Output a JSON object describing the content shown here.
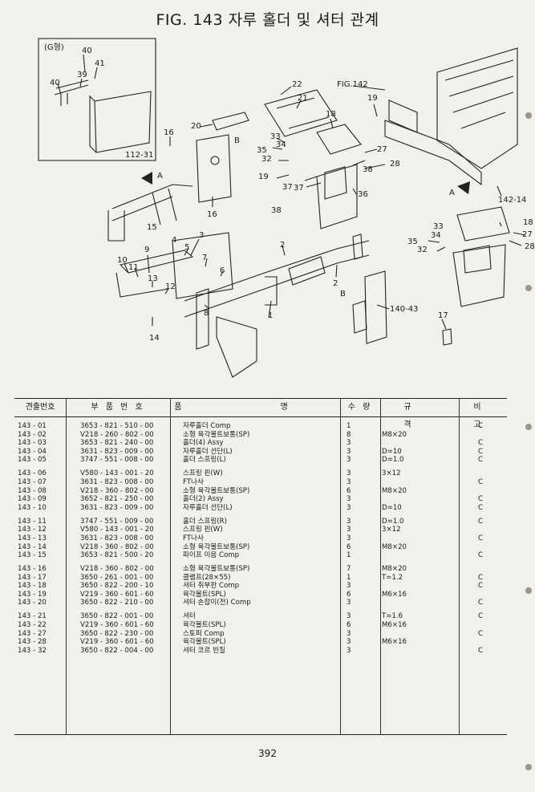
{
  "title": "FIG. 143 자루 홀더 및 셔터 관계",
  "diagram": {
    "inset_label": "(G형)",
    "callouts": [
      "40",
      "41",
      "39",
      "40",
      "112-31",
      "22",
      "21",
      "FIG.142",
      "19",
      "18",
      "20",
      "33",
      "34",
      "35",
      "32",
      "27",
      "38",
      "28",
      "37",
      "19",
      "36",
      "38",
      "37",
      "16",
      "16",
      "A",
      "15",
      "3",
      "4",
      "5",
      "7",
      "6",
      "9",
      "10",
      "11",
      "8",
      "13",
      "12",
      "14",
      "1",
      "2",
      "2",
      "B",
      "140-43",
      "17",
      "A",
      "142-14",
      "33",
      "34",
      "35",
      "32",
      "18",
      "27",
      "28",
      "B"
    ]
  },
  "table": {
    "headers": [
      "견출번호",
      "부 품 번 호",
      "품 명",
      "수 량",
      "규 격",
      "비 고"
    ],
    "rows": [
      {
        "no": "143 - 01",
        "part": "3653 - 821 - 510 - 00",
        "name": "자루홀더 Comp",
        "qty": "1",
        "spec": "",
        "note": "C",
        "gap": false
      },
      {
        "no": "143 - 02",
        "part": "V218 - 260 - 802 - 00",
        "name": "소형 육각볼트보통(SP)",
        "qty": "8",
        "spec": "M8×20",
        "note": "",
        "gap": false
      },
      {
        "no": "143 - 03",
        "part": "3653 - 821 - 240 - 00",
        "name": "홀더(4) Assy",
        "qty": "3",
        "spec": "",
        "note": "C",
        "gap": false
      },
      {
        "no": "143 - 04",
        "part": "3631 - 823 - 009 - 00",
        "name": "자루홀더 선단(L)",
        "qty": "3",
        "spec": "D=10",
        "note": "C",
        "gap": false
      },
      {
        "no": "143 - 05",
        "part": "3747 - 551 - 008 - 00",
        "name": "홀더 스프링(L)",
        "qty": "3",
        "spec": "D=1.0",
        "note": "C",
        "gap": false
      },
      {
        "no": "143 - 06",
        "part": "V580 - 143 - 001 - 20",
        "name": "스프링 핀(W)",
        "qty": "3",
        "spec": "3×12",
        "note": "",
        "gap": true
      },
      {
        "no": "143 - 07",
        "part": "3631 - 823 - 008 - 00",
        "name": "FT나사",
        "qty": "3",
        "spec": "",
        "note": "C",
        "gap": false
      },
      {
        "no": "143 - 08",
        "part": "V218 - 360 - 802 - 00",
        "name": "소형 육각볼트보통(SP)",
        "qty": "6",
        "spec": "M8×20",
        "note": "",
        "gap": false
      },
      {
        "no": "143 - 09",
        "part": "3652 - 821 - 250 - 00",
        "name": "홀더(2) Assy",
        "qty": "3",
        "spec": "",
        "note": "C",
        "gap": false
      },
      {
        "no": "143 - 10",
        "part": "3631 - 823 - 009 - 00",
        "name": "자루홀더 선단(L)",
        "qty": "3",
        "spec": "D=10",
        "note": "C",
        "gap": false
      },
      {
        "no": "143 - 11",
        "part": "3747 - 551 - 009 - 00",
        "name": "홀더 스프링(R)",
        "qty": "3",
        "spec": "D=1.0",
        "note": "C",
        "gap": true
      },
      {
        "no": "143 - 12",
        "part": "V580 - 143 - 001 - 20",
        "name": "스프링 핀(W)",
        "qty": "3",
        "spec": "3×12",
        "note": "",
        "gap": false
      },
      {
        "no": "143 - 13",
        "part": "3631 - 823 - 008 - 00",
        "name": "FT나사",
        "qty": "3",
        "spec": "",
        "note": "C",
        "gap": false
      },
      {
        "no": "143 - 14",
        "part": "V218 - 360 - 802 - 00",
        "name": "소형 육각볼트보통(SP)",
        "qty": "6",
        "spec": "M8×20",
        "note": "",
        "gap": false
      },
      {
        "no": "143 - 15",
        "part": "3653 - 821 - 500 - 20",
        "name": "파이프 이음 Comp",
        "qty": "1",
        "spec": "",
        "note": "C",
        "gap": false
      },
      {
        "no": "143 - 16",
        "part": "V218 - 360 - 802 - 00",
        "name": "소형 육각볼트보통(SP)",
        "qty": "7",
        "spec": "M8×20",
        "note": "",
        "gap": true
      },
      {
        "no": "143 - 17",
        "part": "3650 - 261 - 001 - 00",
        "name": "클램프(28×55)",
        "qty": "1",
        "spec": "T=1.2",
        "note": "C",
        "gap": false
      },
      {
        "no": "143 - 18",
        "part": "3650 - 822 - 200 - 10",
        "name": "셔터 취부판 Comp",
        "qty": "3",
        "spec": "",
        "note": "C",
        "gap": false
      },
      {
        "no": "143 - 19",
        "part": "V219 - 360 - 601 - 60",
        "name": "육각볼트(SPL)",
        "qty": "6",
        "spec": "M6×16",
        "note": "",
        "gap": false
      },
      {
        "no": "143 - 20",
        "part": "3650 - 822 - 210 - 00",
        "name": "셔터 손잡이(전) Comp",
        "qty": "3",
        "spec": "",
        "note": "C",
        "gap": false
      },
      {
        "no": "143 - 21",
        "part": "3650 - 822 - 001 - 00",
        "name": "셔터",
        "qty": "3",
        "spec": "T=1.6",
        "note": "C",
        "gap": true
      },
      {
        "no": "143 - 22",
        "part": "V219 - 360 - 601 - 60",
        "name": "육각볼트(SPL)",
        "qty": "6",
        "spec": "M6×16",
        "note": "",
        "gap": false
      },
      {
        "no": "143 - 27",
        "part": "3650 - 822 - 230 - 00",
        "name": "스토퍼 Comp",
        "qty": "3",
        "spec": "",
        "note": "C",
        "gap": false
      },
      {
        "no": "143 - 28",
        "part": "V219 - 360 - 601 - 60",
        "name": "육각볼트(SPL)",
        "qty": "3",
        "spec": "M6×16",
        "note": "",
        "gap": false
      },
      {
        "no": "143 - 32",
        "part": "3650 - 822 - 004 - 00",
        "name": "셔터 코르 빈질",
        "qty": "3",
        "spec": "",
        "note": "C",
        "gap": false
      }
    ]
  },
  "page_number": "392"
}
